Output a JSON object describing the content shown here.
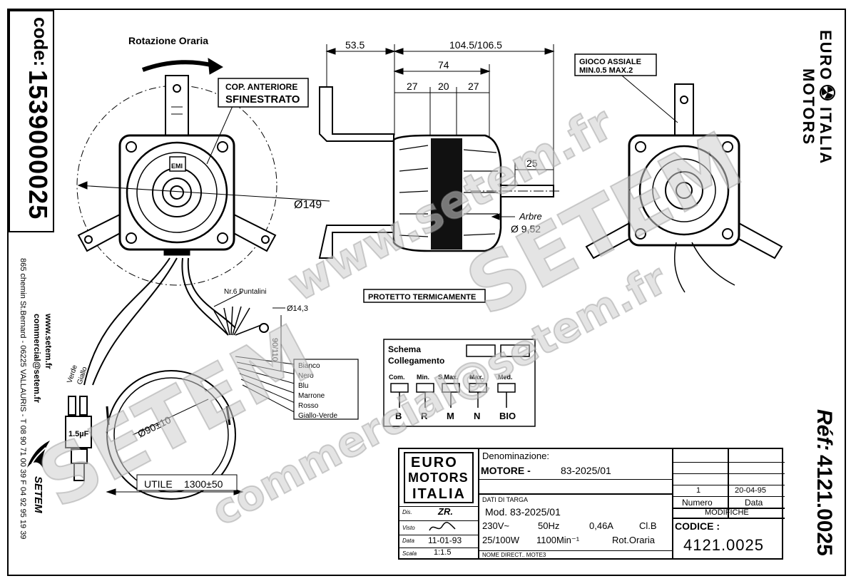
{
  "code_block": {
    "label": "code:",
    "value": "1539000025"
  },
  "contact": {
    "website": "www.setem.fr",
    "email": "commercial@setem.fr",
    "address": "865 chemin St.Bernard - 06225 VALLAURIS - T 08 90 71 00 39 F 04 92 95 19 39",
    "brand": "SETEM"
  },
  "reference": {
    "label": "Réf:",
    "value": "4121.0025"
  },
  "brand_vertical": {
    "line1": "EURO",
    "line2": "ITALIA",
    "line3": "MOTORS"
  },
  "drawing": {
    "rotation": "Rotazione Oraria",
    "front_cover_line1": "COP. ANTERIORE",
    "front_cover_line2": "SFINESTRATO",
    "diameter_body": "Ø149",
    "dim_53_5": "53.5",
    "dim_104_5": "104.5/106.5",
    "dim_74": "74",
    "dim_27a": "27",
    "dim_20": "20",
    "dim_27b": "27",
    "dim_25": "25",
    "axial_play_line1": "GIOCO ASSIALE",
    "axial_play_line2": "MIN.0.5  MAX.2",
    "shaft_label": "Arbre",
    "shaft_diameter": "Ø 9,52",
    "thermal": "PROTETTO TERMICAMENTE",
    "pins": "Nr.6 Puntalini",
    "pin_diameter": "Ø14,3",
    "pin_length": "90/110",
    "coil_diameter": "Ø90±10",
    "useful_length_label": "UTILE",
    "useful_length_value": "1300±50",
    "capacitor": "1.5µF",
    "wire_verde": "Verde",
    "wire_giallo": "Giallo",
    "terminal_emi": "EMI",
    "wire_colors": [
      "Bianco",
      "Nero",
      "Blu",
      "Marrone",
      "Rosso",
      "Giallo-Verde"
    ]
  },
  "schema": {
    "title_line1": "Schema",
    "title_line2": "Collegamento",
    "columns": [
      {
        "label": "Com.",
        "letter": "B"
      },
      {
        "label": "Min.",
        "letter": "R"
      },
      {
        "label": "S.Max.",
        "letter": "M"
      },
      {
        "label": "Max.",
        "letter": "N"
      },
      {
        "label": "Med.",
        "letter": "BIO"
      }
    ]
  },
  "title_block": {
    "logo": [
      "EURO",
      "MOTORS",
      "ITALIA"
    ],
    "denominazione_label": "Denominazione:",
    "product_name": "MOTORE  -",
    "product_code": "83-2025/01",
    "dati_label": "DATI DI TARGA",
    "model": "Mod. 83-2025/01",
    "voltage": "230V~",
    "frequency": "50Hz",
    "current": "0,46A",
    "insulation": "Cl.B",
    "power": "25/100W",
    "speed": "1100Min⁻¹",
    "rotation": "Rot.Oraria",
    "file_name": "NOME DIRECT.. MOTE3",
    "dis_label": "Dis.",
    "dis_value": "ZR.",
    "visto_label": "Visto",
    "data_label": "Data",
    "data_value": "11-01-93",
    "scala_label": "Scala",
    "scala_value": "1:1.5",
    "rev_number": "1",
    "rev_date": "20-04-95",
    "numero_label": "Numero",
    "data_col_label": "Data",
    "modifiche_label": "MODIFICHE",
    "codice_label": "CODICE :",
    "codice_value": "4121.0025"
  },
  "watermarks": [
    "www.setem.fr",
    "SETEM",
    "SETEM",
    "commercial@setem.fr"
  ]
}
